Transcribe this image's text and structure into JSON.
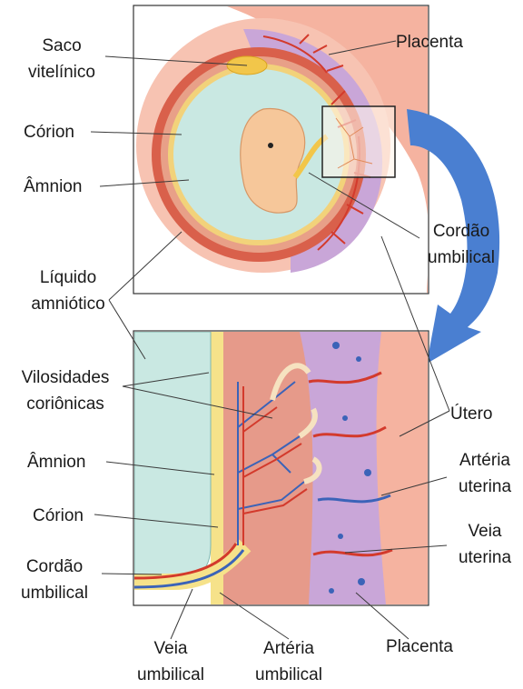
{
  "labels": {
    "saco_vitelinico": [
      "Saco",
      "vitelínico"
    ],
    "placenta_top": "Placenta",
    "corion_top": "Córion",
    "amnion_top": "Âmnion",
    "cordao_top": [
      "Cordão",
      "umbilical"
    ],
    "liquido": [
      "Líquido",
      "amniótico"
    ],
    "vilosidades": [
      "Vilosidades",
      "coriônicas"
    ],
    "utero": "Útero",
    "amnion_bottom": "Âmnion",
    "arteria_uterina": [
      "Artéria",
      "uterina"
    ],
    "corion_bottom": "Córion",
    "veia_uterina": [
      "Veia",
      "uterina"
    ],
    "cordao_bottom": [
      "Cordão",
      "umbilical"
    ],
    "veia_umbilical": [
      "Veia",
      "umbilical"
    ],
    "arteria_umbilical": [
      "Artéria",
      "umbilical"
    ],
    "placenta_bottom": "Placenta"
  },
  "colors": {
    "uterus": "#f5b3a0",
    "chorion_ring": "#d9604b",
    "amniotic_fluid": "#c9e8e2",
    "placenta": "#c9a6d8",
    "artery": "#d33a2c",
    "vein": "#3b63b8",
    "arrow": "#4a7fd1",
    "yolk_sac": "#f2c64a",
    "embryo": "#f6c79a"
  }
}
